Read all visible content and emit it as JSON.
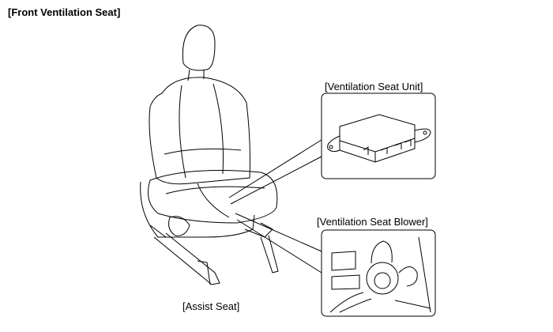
{
  "title": "[Front Ventilation Seat]",
  "labels": {
    "unit": "[Ventilation Seat Unit]",
    "blower": "[Ventilation Seat Blower]",
    "assist": "[Assist Seat]"
  },
  "colors": {
    "line": "#000000",
    "background": "#ffffff"
  }
}
